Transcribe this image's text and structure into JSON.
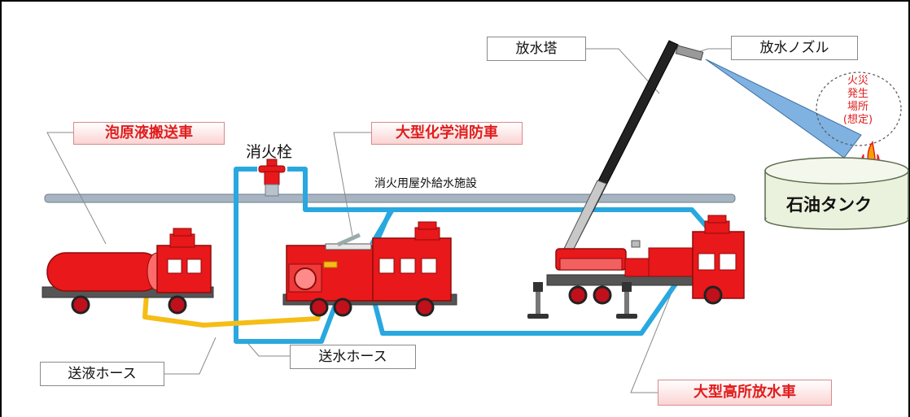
{
  "labels": {
    "foam_carrier": "泡原液搬送車",
    "hydrant": "消火栓",
    "chemical_truck": "大型化学消防車",
    "water_pipe": "消火用屋外給水施設",
    "water_tower": "放水塔",
    "nozzle": "放水ノズル",
    "fire_site": [
      "火災",
      "発生",
      "場所",
      "(想定)"
    ],
    "oil_tank": "石油タンク",
    "liquid_hose": "送液ホース",
    "water_hose": "送水ホース",
    "aerial_truck": "大型高所放水車"
  },
  "colors": {
    "truck_red": "#e8181b",
    "hose_blue": "#29a8e0",
    "hose_yellow": "#f5bd16",
    "pipe_gray": "#a7b4c2",
    "spray_blue": "#7fb2e0",
    "red_label_text": "#e01e1e"
  },
  "icons": [
    "fire-hydrant-icon",
    "flame-icon"
  ]
}
